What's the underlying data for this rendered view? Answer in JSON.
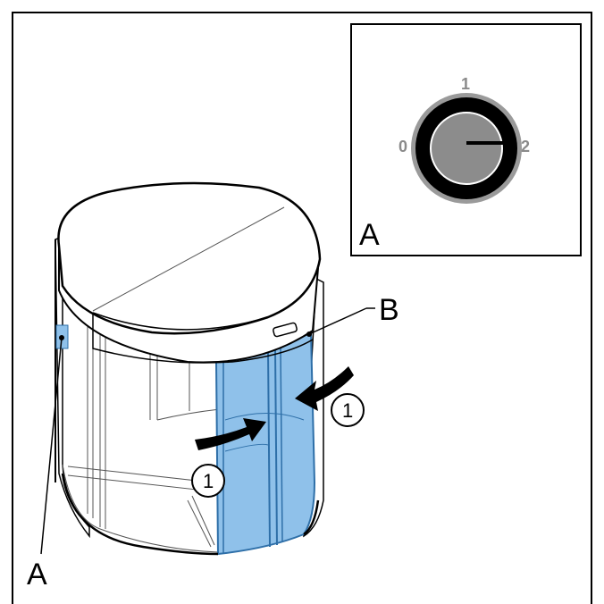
{
  "inset": {
    "label": "A",
    "switch_positions": [
      "0",
      "1",
      "2"
    ],
    "selected_position": "2"
  },
  "callouts": {
    "left_marker": "A",
    "door_wing_marker": "B",
    "rotation_step_left": "1",
    "rotation_step_right": "1"
  },
  "colors": {
    "door_wing_highlight": "#8fc1ea",
    "door_wing_stroke": "#2e6fa8",
    "switch_knob": "#8c8c8c",
    "switch_ring": "#000000"
  }
}
